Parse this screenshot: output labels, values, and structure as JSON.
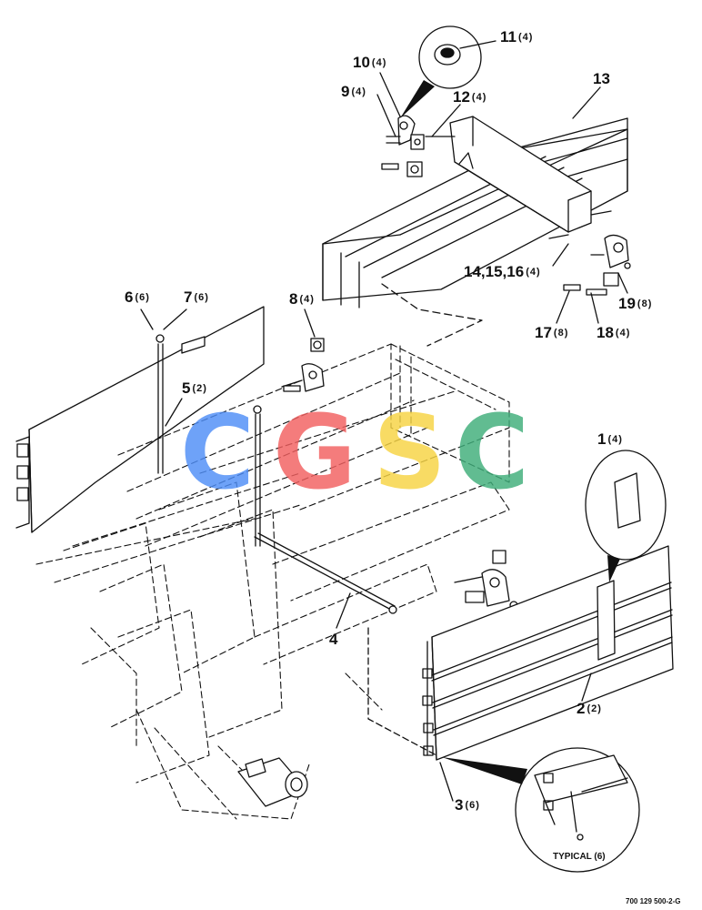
{
  "watermark": {
    "letters": [
      {
        "char": "C",
        "color": "#4f8ef7"
      },
      {
        "char": "G",
        "color": "#f26060"
      },
      {
        "char": "S",
        "color": "#f7d443"
      },
      {
        "char": "C",
        "color": "#3fae7a"
      }
    ]
  },
  "callouts": [
    {
      "id": "11",
      "qty": "(4)"
    },
    {
      "id": "10",
      "qty": "(4)"
    },
    {
      "id": "9",
      "qty": "(4)"
    },
    {
      "id": "12",
      "qty": "(4)"
    },
    {
      "id": "13",
      "qty": ""
    },
    {
      "id": "14,15,16",
      "qty": "(4)"
    },
    {
      "id": "17",
      "qty": "(8)"
    },
    {
      "id": "18",
      "qty": "(4)"
    },
    {
      "id": "19",
      "qty": "(8)"
    },
    {
      "id": "6",
      "qty": "(6)"
    },
    {
      "id": "7",
      "qty": "(6)"
    },
    {
      "id": "8",
      "qty": "(4)"
    },
    {
      "id": "5",
      "qty": "(2)"
    },
    {
      "id": "1",
      "qty": "(4)"
    },
    {
      "id": "4",
      "qty": ""
    },
    {
      "id": "2",
      "qty": "(2)"
    },
    {
      "id": "3",
      "qty": "(6)"
    }
  ],
  "detail_caption": "TYPICAL (6)",
  "figure_id": "700 129 500-2-G"
}
